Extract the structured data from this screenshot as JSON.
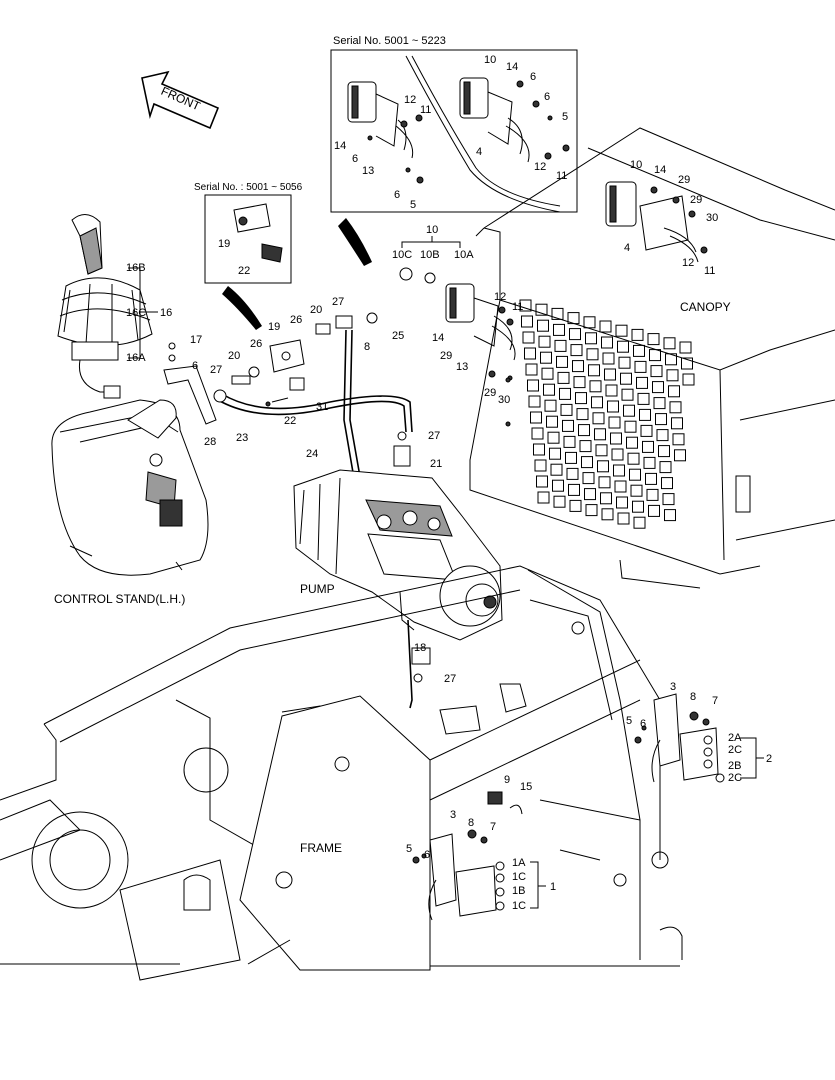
{
  "boxes": {
    "top_serial": "Serial No. 5001 ~ 5223",
    "left_serial": "Serial No. : 5001 ~ 5056"
  },
  "assemblies": {
    "front": "FRONT",
    "canopy": "CANOPY",
    "control_stand": "CONTROL STAND(L.H.)",
    "pump": "PUMP",
    "frame": "FRAME"
  },
  "callouts": {
    "c1": "1",
    "c1a": "1A",
    "c1b": "1B",
    "c1c_a": "1C",
    "c1c_b": "1C",
    "c2": "2",
    "c2a": "2A",
    "c2b": "2B",
    "c2c_a": "2C",
    "c2c_b": "2C",
    "c3_a": "3",
    "c3_b": "3",
    "c4_a": "4",
    "c4_b": "4",
    "c5_a": "5",
    "c5_b": "5",
    "c5_c": "5",
    "c5_d": "5",
    "c6_a": "6",
    "c6_b": "6",
    "c6_c": "6",
    "c6_d": "6",
    "c6_e": "6",
    "c6_f": "6",
    "c6_g": "6",
    "c7_a": "7",
    "c7_b": "7",
    "c8_a": "8",
    "c8_b": "8",
    "c8_c": "8",
    "c9": "9",
    "c10_a": "10",
    "c10_b": "10",
    "c10_c": "10",
    "c10a": "10A",
    "c10b": "10B",
    "c10c": "10C",
    "c11_a": "11",
    "c11_b": "11",
    "c11_c": "11",
    "c11_d": "11",
    "c12_a": "12",
    "c12_b": "12",
    "c12_c": "12",
    "c12_d": "12",
    "c13_a": "13",
    "c13_b": "13",
    "c14_a": "14",
    "c14_b": "14",
    "c14_c": "14",
    "c14_d": "14",
    "c15": "15",
    "c16": "16",
    "c16a": "16A",
    "c16b": "16B",
    "c16c": "16C",
    "c17": "17",
    "c18": "18",
    "c19_a": "19",
    "c19_b": "19",
    "c20_a": "20",
    "c20_b": "20",
    "c21": "21",
    "c22_a": "22",
    "c22_b": "22",
    "c23": "23",
    "c24": "24",
    "c25": "25",
    "c26_a": "26",
    "c26_b": "26",
    "c27_a": "27",
    "c27_b": "27",
    "c27_c": "27",
    "c27_d": "27",
    "c28": "28",
    "c29_a": "29",
    "c29_b": "29",
    "c29_c": "29",
    "c29_d": "29",
    "c30_a": "30",
    "c30_b": "30",
    "c31": "31"
  }
}
